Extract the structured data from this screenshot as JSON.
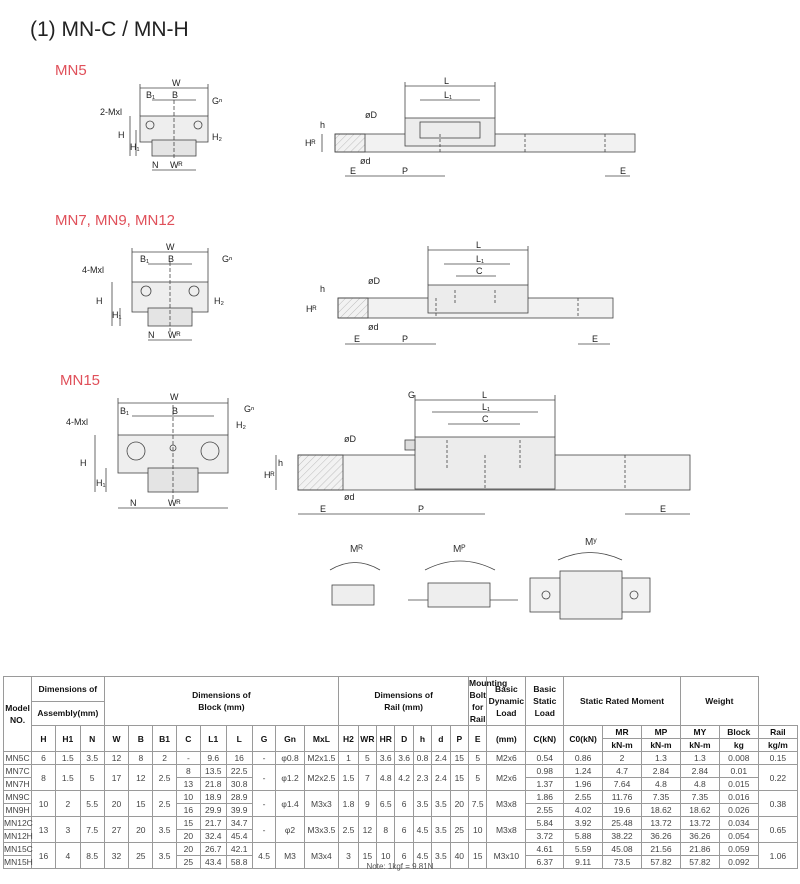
{
  "title": "(1) MN-C / MN-H",
  "sections": {
    "mn5": "MN5",
    "mn7": "MN7, MN9, MN12",
    "mn15": "MN15"
  },
  "dims": {
    "W": "W",
    "B": "B",
    "B1": "B₁",
    "Gn": "Gⁿ",
    "H": "H",
    "H1": "H₁",
    "H2": "H₂",
    "N": "N",
    "WR": "Wᴿ",
    "L": "L",
    "L1": "L₁",
    "C": "C",
    "h": "h",
    "D": "øD",
    "d": "ød",
    "HR": "Hᴿ",
    "E": "E",
    "P": "P",
    "G": "G",
    "mxl2": "2-Mxl",
    "mxl4": "4-Mxl"
  },
  "moments": {
    "mr": "Mᴿ",
    "mp": "Mᴾ",
    "my": "Mʸ"
  },
  "table": {
    "h_model": "Model NO.",
    "h_assembly_top": "Dimensions of",
    "h_assembly": "Assembly(mm)",
    "h_block_top": "Dimensions of",
    "h_block": "Block (mm)",
    "h_rail_top": "Dimensions of",
    "h_rail": "Rail (mm)",
    "h_bolt": "Mounting Bolt for Rail",
    "h_dyn": "Basic Dynamic Load",
    "h_stat": "Basic Static Load",
    "h_moment": "Static Rated Moment",
    "h_weight": "Weight",
    "h_block_w": "Block",
    "h_rail_w": "Rail",
    "sub": [
      "H",
      "H1",
      "N",
      "W",
      "B",
      "B1",
      "C",
      "L1",
      "L",
      "G",
      "Gn",
      "MxL",
      "H2",
      "WR",
      "HR",
      "D",
      "h",
      "d",
      "P",
      "E",
      "(mm)",
      "C(kN)",
      "C0(kN)",
      "MR",
      "MP",
      "MY",
      "Block",
      "Rail"
    ],
    "units": [
      "kN-m",
      "kN-m",
      "kN-m",
      "kg",
      "kg/m"
    ],
    "rows": [
      {
        "model": "MN5C",
        "H": "6",
        "H1": "1.5",
        "N": "3.5",
        "W": "12",
        "B": "8",
        "B1": "2",
        "C": "-",
        "L1": "9.6",
        "L": "16",
        "G": "-",
        "Gn": "φ0.8",
        "MxL": "M2x1.5",
        "H2": "1",
        "WR": "5",
        "HR": "3.6",
        "D": "3.6",
        "h": "0.8",
        "d": "2.4",
        "P": "15",
        "E": "5",
        "bolt": "M2x6",
        "Ck": "0.54",
        "C0": "0.86",
        "MR": "2",
        "MP": "1.3",
        "MY": "1.3",
        "Wb": "0.008",
        "Wr": "0.15"
      },
      {
        "model": "MN7C",
        "H": "8",
        "H1": "1.5",
        "N": "5",
        "W": "17",
        "B": "12",
        "B1": "2.5",
        "C": "8",
        "L1": "13.5",
        "L": "22.5",
        "G": "-",
        "Gn": "φ1.2",
        "MxL": "M2x2.5",
        "H2": "1.5",
        "WR": "7",
        "HR": "4.8",
        "D": "4.2",
        "h": "2.3",
        "d": "2.4",
        "P": "15",
        "E": "5",
        "bolt": "M2x6",
        "Ck": "0.98",
        "C0": "1.24",
        "MR": "4.7",
        "MP": "2.84",
        "MY": "2.84",
        "Wb": "0.01",
        "Wr": "0.22"
      },
      {
        "model": "MN7H",
        "C": "13",
        "L1": "21.8",
        "L": "30.8",
        "Ck": "1.37",
        "C0": "1.96",
        "MR": "7.64",
        "MP": "4.8",
        "MY": "4.8",
        "Wb": "0.015"
      },
      {
        "model": "MN9C",
        "H": "10",
        "H1": "2",
        "N": "5.5",
        "W": "20",
        "B": "15",
        "B1": "2.5",
        "C": "10",
        "L1": "18.9",
        "L": "28.9",
        "G": "-",
        "Gn": "φ1.4",
        "MxL": "M3x3",
        "H2": "1.8",
        "WR": "9",
        "HR": "6.5",
        "D": "6",
        "h": "3.5",
        "d": "3.5",
        "P": "20",
        "E": "7.5",
        "bolt": "M3x8",
        "Ck": "1.86",
        "C0": "2.55",
        "MR": "11.76",
        "MP": "7.35",
        "MY": "7.35",
        "Wb": "0.016",
        "Wr": "0.38"
      },
      {
        "model": "MN9H",
        "C": "16",
        "L1": "29.9",
        "L": "39.9",
        "Ck": "2.55",
        "C0": "4.02",
        "MR": "19.6",
        "MP": "18.62",
        "MY": "18.62",
        "Wb": "0.026"
      },
      {
        "model": "MN12C",
        "H": "13",
        "H1": "3",
        "N": "7.5",
        "W": "27",
        "B": "20",
        "B1": "3.5",
        "C": "15",
        "L1": "21.7",
        "L": "34.7",
        "G": "-",
        "Gn": "φ2",
        "MxL": "M3x3.5",
        "H2": "2.5",
        "WR": "12",
        "HR": "8",
        "D": "6",
        "h": "4.5",
        "d": "3.5",
        "P": "25",
        "E": "10",
        "bolt": "M3x8",
        "Ck": "5.84",
        "C0": "3.92",
        "MR": "25.48",
        "MP": "13.72",
        "MY": "13.72",
        "Wb": "0.034",
        "Wr": "0.65"
      },
      {
        "model": "MN12H",
        "C": "20",
        "L1": "32.4",
        "L": "45.4",
        "Ck": "3.72",
        "C0": "5.88",
        "MR": "38.22",
        "MP": "36.26",
        "MY": "36.26",
        "Wb": "0.054"
      },
      {
        "model": "MN15C",
        "H": "16",
        "H1": "4",
        "N": "8.5",
        "W": "32",
        "B": "25",
        "B1": "3.5",
        "C": "20",
        "L1": "26.7",
        "L": "42.1",
        "G": "4.5",
        "Gn": "M3",
        "MxL": "M3x4",
        "H2": "3",
        "WR": "15",
        "HR": "10",
        "D": "6",
        "h": "4.5",
        "d": "3.5",
        "P": "40",
        "E": "15",
        "bolt": "M3x10",
        "Ck": "4.61",
        "C0": "5.59",
        "MR": "45.08",
        "MP": "21.56",
        "MY": "21.86",
        "Wb": "0.059",
        "Wr": "1.06"
      },
      {
        "model": "MN15H",
        "C": "25",
        "L1": "43.4",
        "L": "58.8",
        "Ck": "6.37",
        "C0": "9.11",
        "MR": "73.5",
        "MP": "57.82",
        "MY": "57.82",
        "Wb": "0.092"
      }
    ],
    "note": "Note: 1kgf = 9.81N"
  }
}
